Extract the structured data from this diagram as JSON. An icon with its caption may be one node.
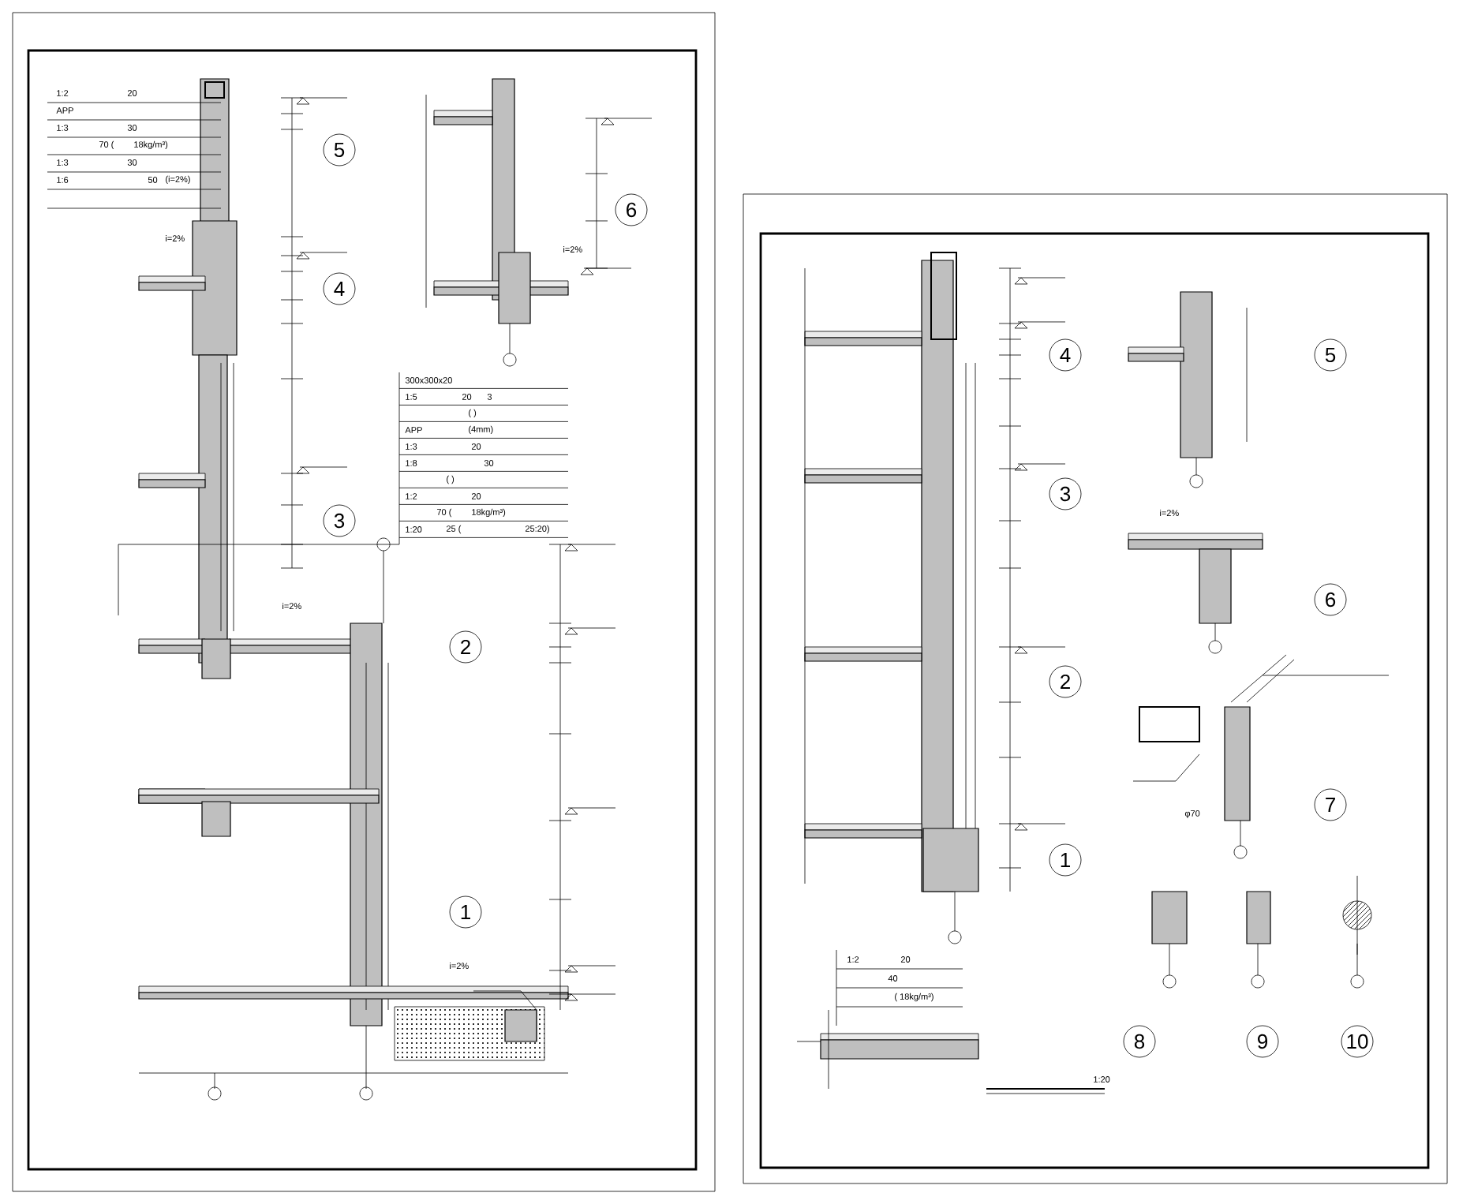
{
  "diagram": {
    "nodes": [
      {
        "text": [
          "5"
        ]
      },
      {
        "text": [
          "4"
        ]
      },
      {
        "text": [
          "6"
        ]
      },
      {
        "text": [
          "3"
        ]
      },
      {
        "text": [
          "2"
        ]
      },
      {
        "text": [
          "1"
        ]
      },
      {
        "text": [
          "4"
        ]
      },
      {
        "text": [
          "5"
        ]
      },
      {
        "text": [
          "3"
        ]
      },
      {
        "text": [
          "6"
        ]
      },
      {
        "text": [
          "2"
        ]
      },
      {
        "text": [
          "7"
        ]
      },
      {
        "text": [
          "1"
        ]
      },
      {
        "text": [
          "8"
        ]
      },
      {
        "text": [
          "9"
        ]
      },
      {
        "text": [
          "10"
        ]
      }
    ],
    "labels": [
      "1:2",
      "20",
      "APP",
      "1:3",
      "30",
      "70 (",
      "18kg/m³)",
      "1:3",
      "30",
      "1:6",
      "50",
      "(i=2%)",
      "300x300x20",
      "1:5",
      "20",
      "3",
      "( )",
      "APP",
      "(4mm)",
      "1:3",
      "20",
      "1:8",
      "30",
      "( )",
      "1:2",
      "20",
      "70 (",
      "18kg/m³)",
      "1:20",
      "25 (",
      "25:20)",
      "i=2%",
      "i=2%",
      "i=2%",
      "i=2%",
      "i=2%",
      "1:2",
      "20",
      "40",
      "( 18kg/m³)",
      "1:20",
      "φ70"
    ]
  }
}
